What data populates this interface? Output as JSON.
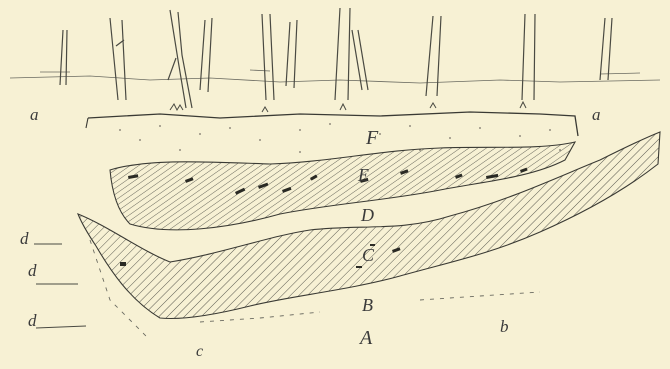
{
  "figure": {
    "background": "#f7f1d4",
    "ink": "#3a3a3a",
    "labels": {
      "a_left": "a",
      "a_right": "a",
      "F": "F",
      "E": "E",
      "D": "D",
      "C": "C",
      "B": "B",
      "A": "A",
      "b": "b",
      "c": "c",
      "d1": "d",
      "d2": "d",
      "d3": "d"
    }
  }
}
